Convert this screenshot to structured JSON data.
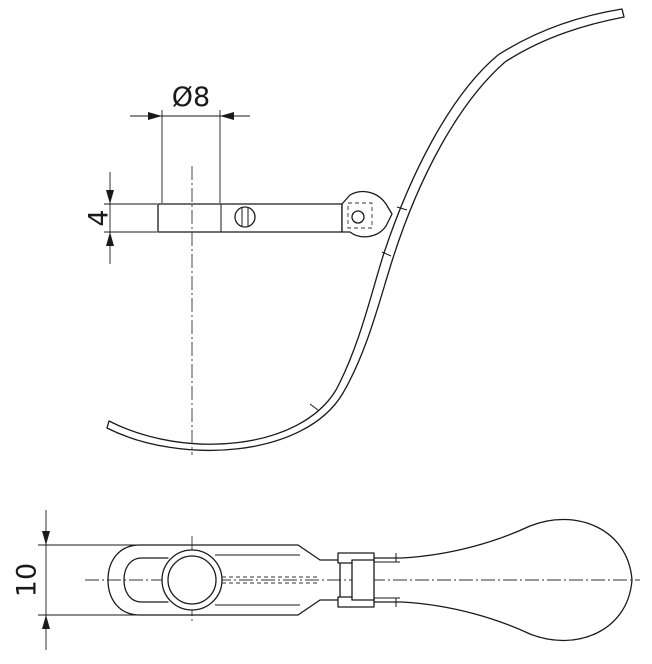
{
  "dimensions": {
    "diameter": "Ø8",
    "thickness": "4",
    "width": "10"
  },
  "colors": {
    "line": "#1a1a1a",
    "background": "#ffffff"
  }
}
